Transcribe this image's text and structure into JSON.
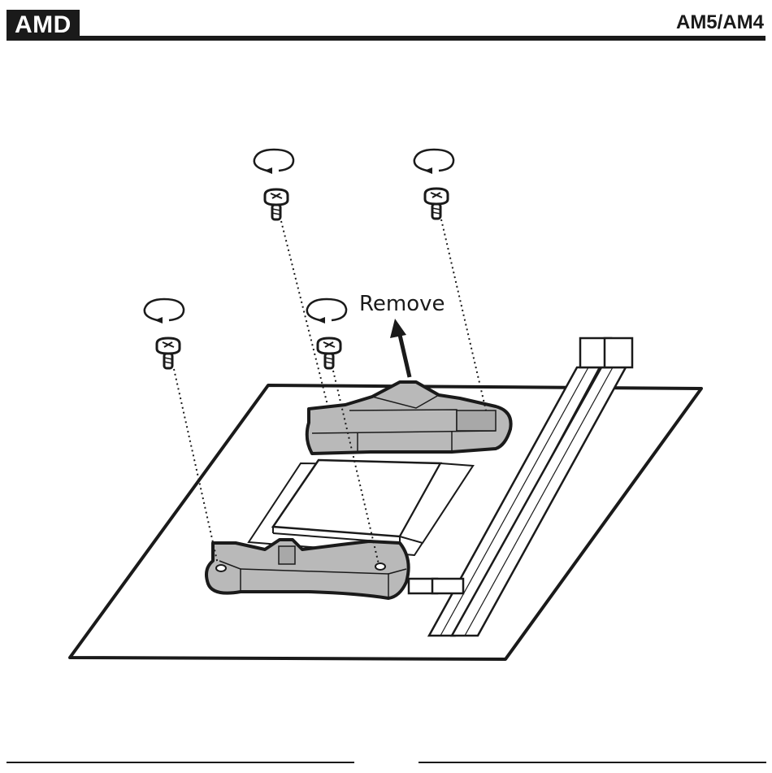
{
  "header": {
    "brand": "AMD",
    "socket": "AM5/AM4"
  },
  "diagram": {
    "action_label": "Remove",
    "icons": [
      "counterclockwise-arrow-icon",
      "screw-icon",
      "mounting-bracket",
      "cpu-socket",
      "ram-slot",
      "motherboard"
    ],
    "colors": {
      "line": "#1a1a1a",
      "bracket_fill": "#b9b9b9",
      "bracket_shade": "#9a9a9a",
      "board_fill": "#ffffff"
    }
  }
}
